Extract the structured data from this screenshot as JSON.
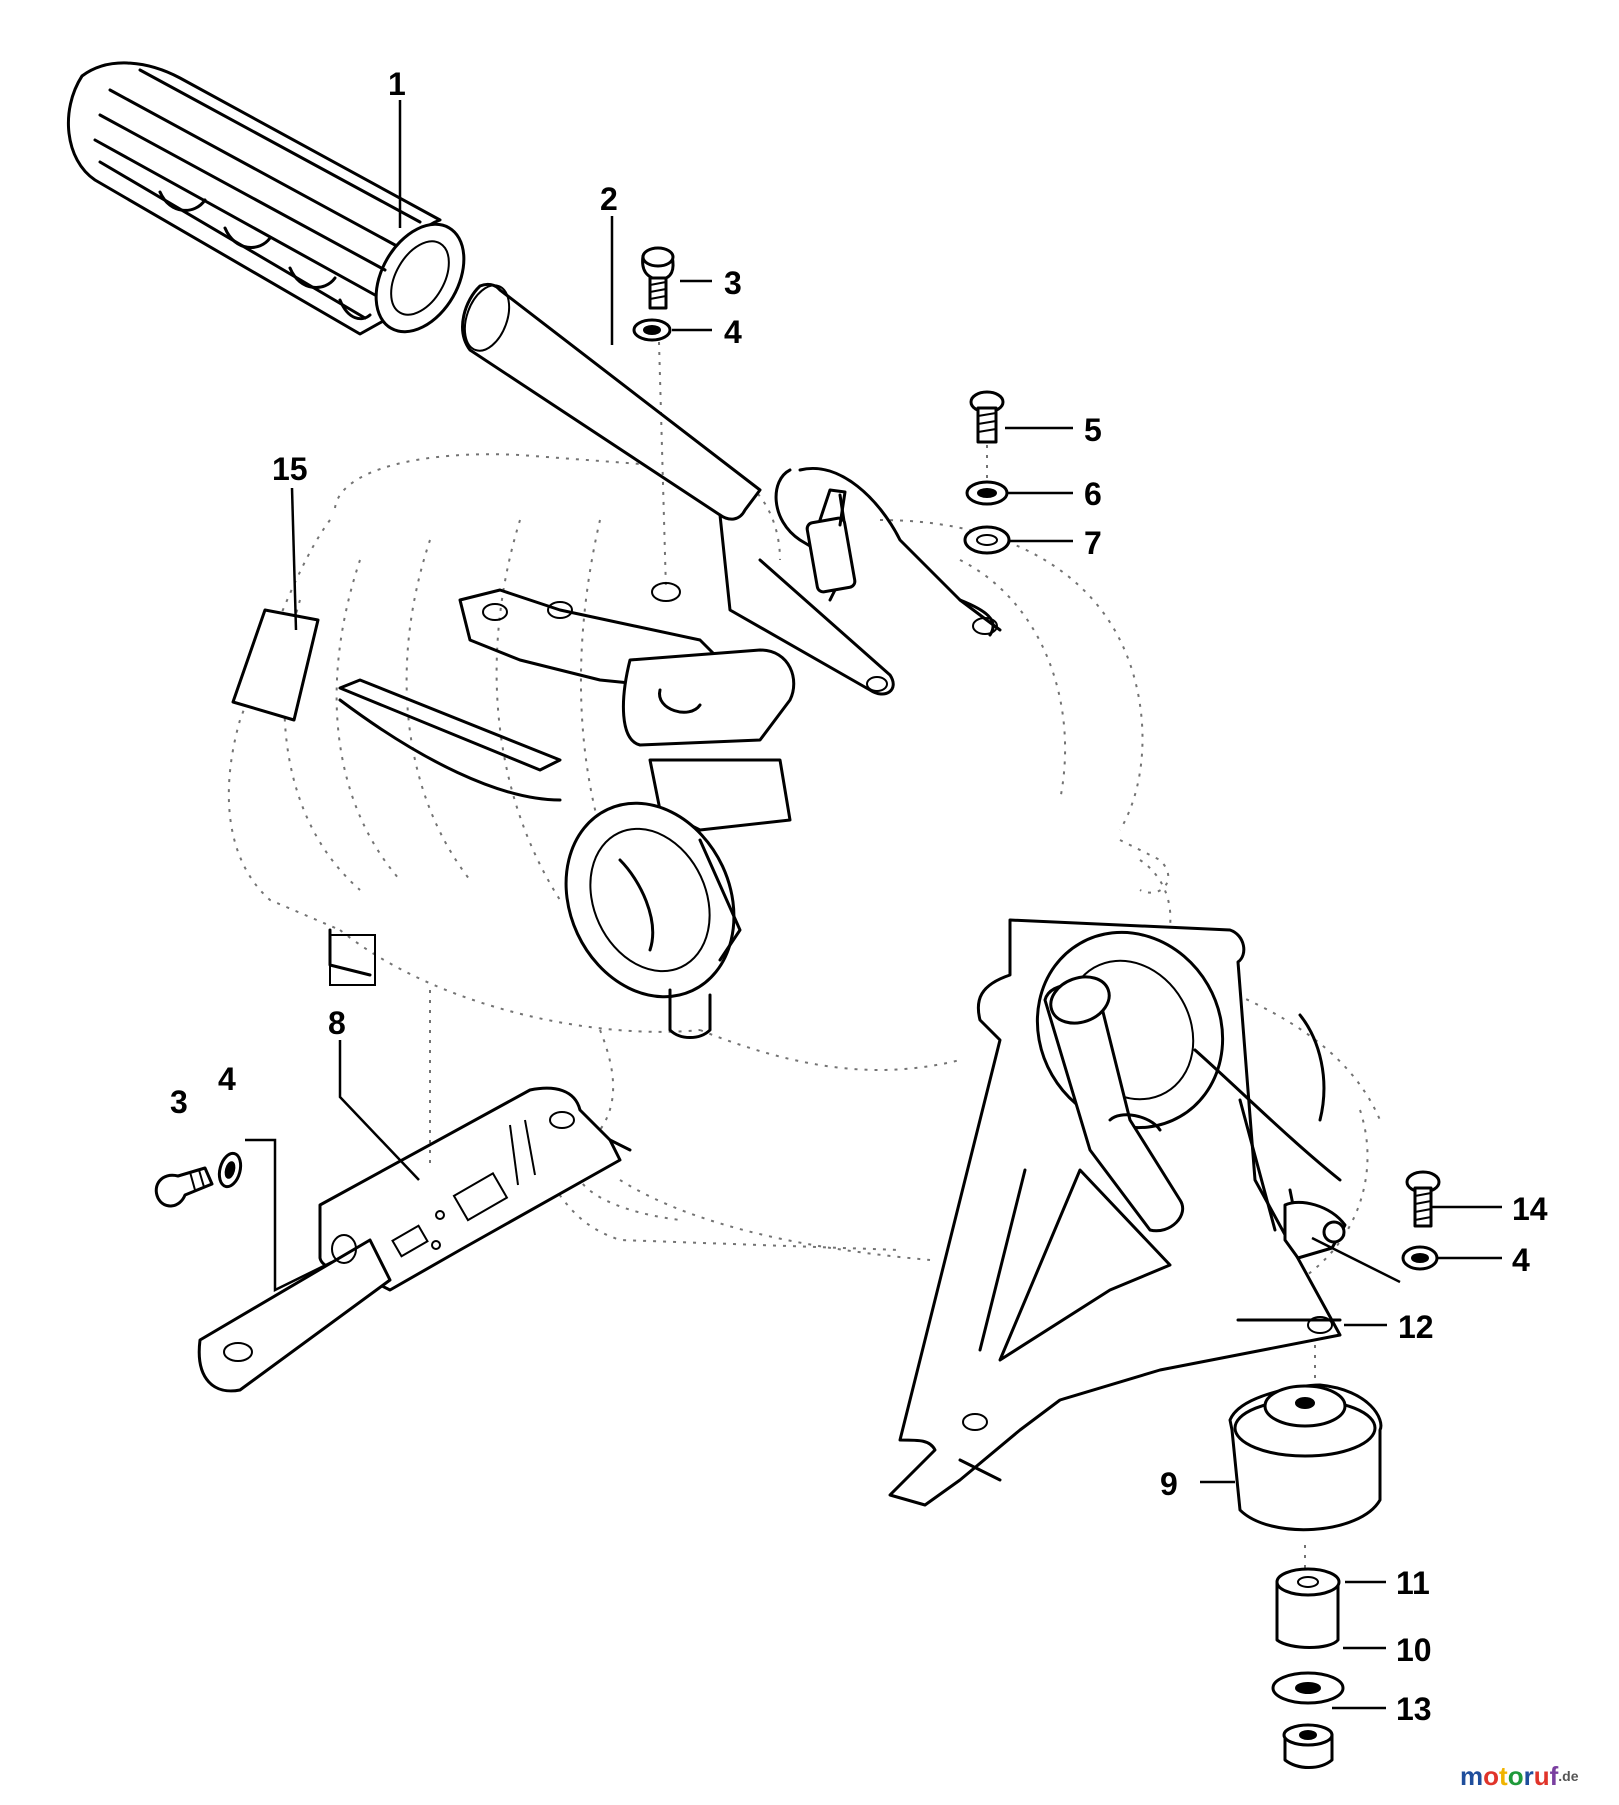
{
  "callouts": [
    {
      "id": "1",
      "text": "1"
    },
    {
      "id": "2",
      "text": "2"
    },
    {
      "id": "3a",
      "text": "3"
    },
    {
      "id": "4a",
      "text": "4"
    },
    {
      "id": "5",
      "text": "5"
    },
    {
      "id": "6",
      "text": "6"
    },
    {
      "id": "7",
      "text": "7"
    },
    {
      "id": "15",
      "text": "15"
    },
    {
      "id": "8",
      "text": "8"
    },
    {
      "id": "3b",
      "text": "3"
    },
    {
      "id": "4b",
      "text": "4"
    },
    {
      "id": "14",
      "text": "14"
    },
    {
      "id": "4c",
      "text": "4"
    },
    {
      "id": "12",
      "text": "12"
    },
    {
      "id": "9",
      "text": "9"
    },
    {
      "id": "11",
      "text": "11"
    },
    {
      "id": "10",
      "text": "10"
    },
    {
      "id": "13",
      "text": "13"
    }
  ],
  "watermark": {
    "letters": [
      "m",
      "o",
      "t",
      "o",
      "r",
      "u",
      "f"
    ],
    "letter_colors": [
      "#1f4e9c",
      "#e0342a",
      "#f0b400",
      "#1f9a3a",
      "#1f4e9c",
      "#e0342a",
      "#7a3fa0"
    ],
    "suffix": ".de"
  },
  "colors": {
    "ink": "#000000",
    "paper": "#ffffff"
  }
}
